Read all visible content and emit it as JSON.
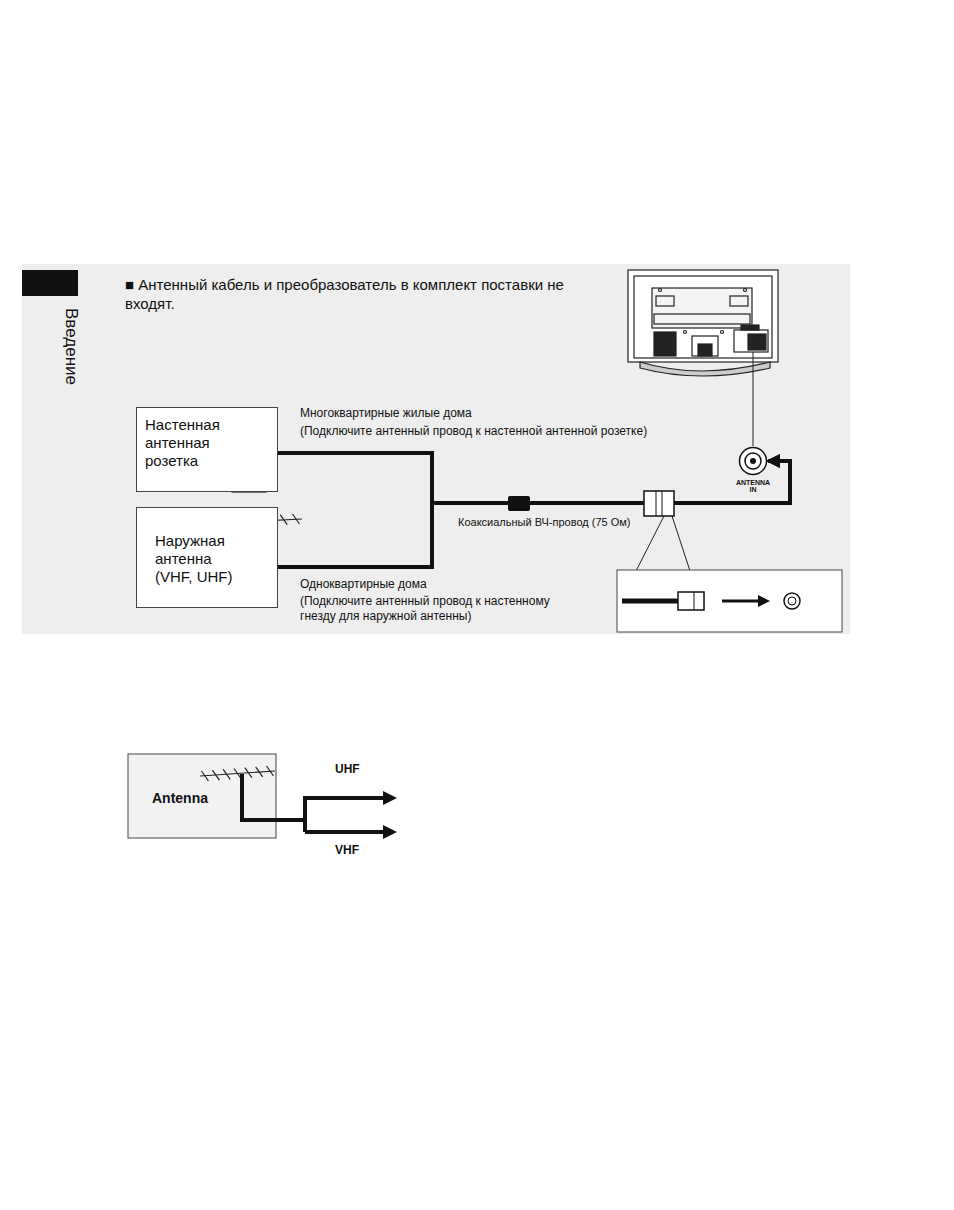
{
  "diagram": {
    "nodes": [
      {
        "text": [
          "Настенная антенная розетка"
        ]
      },
      {
        "text": [
          "Наружная антенна (VHF, UHF)"
        ]
      },
      {
        "text": [
          "ANTENNA IN"
        ]
      },
      {
        "text": [
          "Antenna"
        ]
      }
    ],
    "edges": [
      {
        "from": 0,
        "to": 2,
        "arrow": "to"
      },
      {
        "from": 1,
        "to": 2,
        "arrow": "to"
      }
    ],
    "labels": [
      "Введение",
      "■ Антенный кабель и преобразователь в комплект поставки не входят.",
      "Многоквартирные жилые дома",
      "(Подключите антенный провод к настенной антенной розетке)",
      "Коаксиальный ВЧ-провод (75 Ом)",
      "Одноквартирные дома",
      "(Подключите антенный провод к настенному гнезду для наружной антенны)",
      "UHF",
      "VHF"
    ]
  }
}
